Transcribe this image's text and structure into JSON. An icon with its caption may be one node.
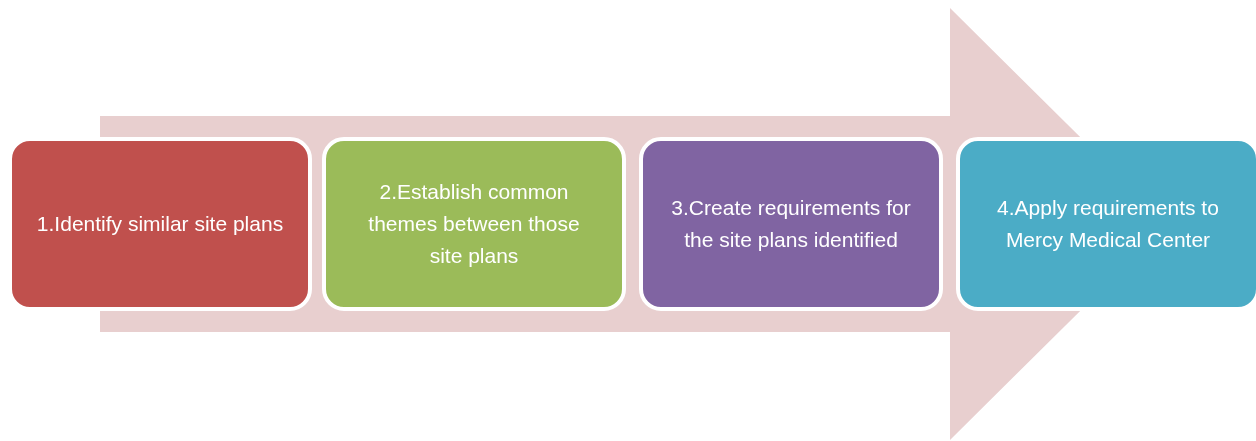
{
  "diagram": {
    "nodes": [
      {
        "text": [
          "1.Identify similar site plans"
        ]
      },
      {
        "text": [
          "2.Establish common themes between those site plans"
        ]
      },
      {
        "text": [
          "3.Create requirements for the site plans identified"
        ]
      },
      {
        "text": [
          "4.Apply requirements to Mercy Medical Center"
        ]
      }
    ],
    "edges": [
      {
        "from": 0,
        "to": 3,
        "arrow": "to"
      }
    ]
  }
}
